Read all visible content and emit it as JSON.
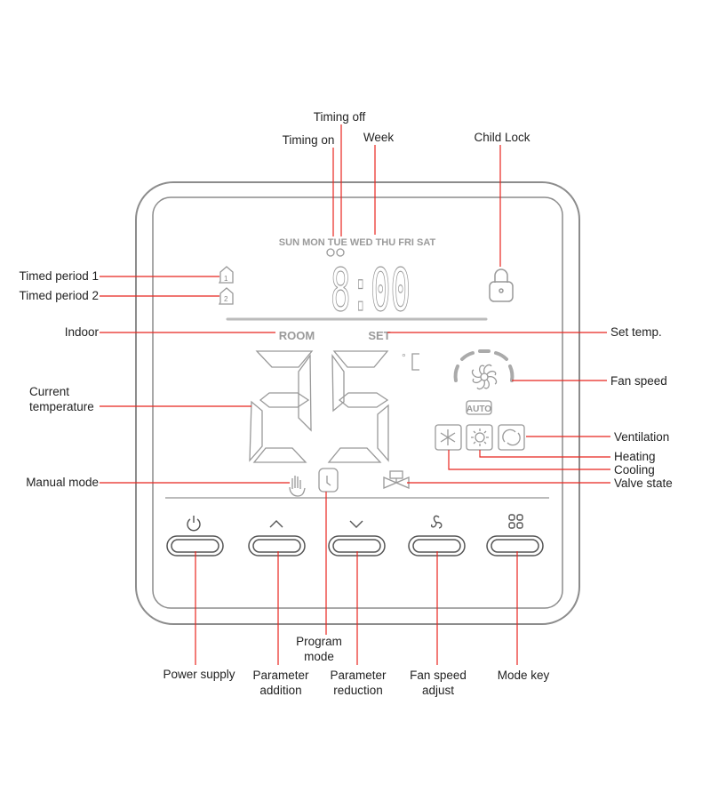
{
  "colors": {
    "callout_line": "#e8251f",
    "device_outline": "#8c8c8c",
    "lcd_segment": "#9a9a9a"
  },
  "lcd": {
    "week_days": "SUN MON TUE WED THU FRI SAT",
    "room": "ROOM",
    "set": "SET",
    "auto": "AUTO",
    "clock": "8:00",
    "temperature": "25",
    "unit": "°C"
  },
  "labels": {
    "timing_off": "Timing off",
    "timing_on": "Timing on",
    "week": "Week",
    "child_lock": "Child Lock",
    "timed_period_1": "Timed period 1",
    "timed_period_2": "Timed period 2",
    "indoor": "Indoor",
    "current_temperature_1": "Current",
    "current_temperature_2": "temperature",
    "manual_mode": "Manual mode",
    "set_temp": "Set temp.",
    "fan_speed": "Fan speed",
    "ventilation": "Ventilation",
    "heating": "Heating",
    "cooling": "Cooling",
    "valve_state": "Valve state",
    "program_mode_1": "Program",
    "program_mode_2": "mode",
    "power_supply": "Power supply",
    "parameter_addition_1": "Parameter",
    "parameter_addition_2": "addition",
    "parameter_reduction_1": "Parameter",
    "parameter_reduction_2": "reduction",
    "fan_speed_adjust_1": "Fan speed",
    "fan_speed_adjust_2": "adjust",
    "mode_key": "Mode key"
  },
  "buttons": [
    {
      "name": "power",
      "icon": "power-icon"
    },
    {
      "name": "up",
      "icon": "chevron-up-icon"
    },
    {
      "name": "down",
      "icon": "chevron-down-icon"
    },
    {
      "name": "fan",
      "icon": "fan-icon"
    },
    {
      "name": "mode",
      "icon": "grid-icon"
    }
  ]
}
